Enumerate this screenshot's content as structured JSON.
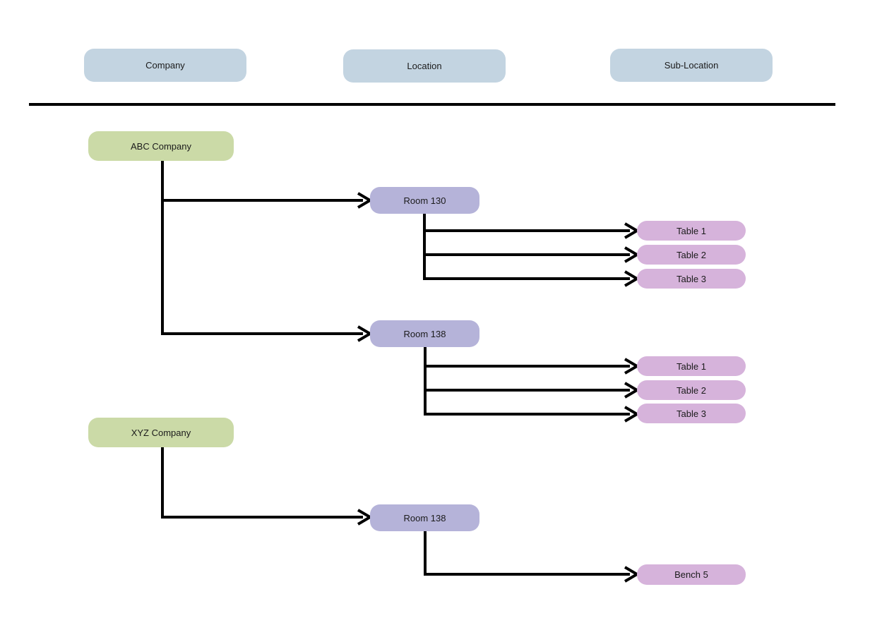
{
  "diagram": {
    "headers": [
      {
        "id": "company",
        "label": "Company"
      },
      {
        "id": "location",
        "label": "Location"
      },
      {
        "id": "sublocation",
        "label": "Sub-Location"
      }
    ],
    "nodes": [
      {
        "id": "abc-company",
        "type": "company",
        "label": "ABC Company"
      },
      {
        "id": "xyz-company",
        "type": "company",
        "label": "XYZ Company"
      },
      {
        "id": "room-130",
        "type": "location",
        "label": "Room 130"
      },
      {
        "id": "room-138-abc",
        "type": "location",
        "label": "Room 138"
      },
      {
        "id": "room-138-xyz",
        "type": "location",
        "label": "Room 138"
      },
      {
        "id": "table-1-room-130",
        "type": "sub-location",
        "label": "Table 1"
      },
      {
        "id": "table-2-room-130",
        "type": "sub-location",
        "label": "Table 2"
      },
      {
        "id": "table-3-room-130",
        "type": "sub-location",
        "label": "Table 3"
      },
      {
        "id": "table-1-room-138",
        "type": "sub-location",
        "label": "Table 1"
      },
      {
        "id": "table-2-room-138",
        "type": "sub-location",
        "label": "Table 2"
      },
      {
        "id": "table-3-room-138",
        "type": "sub-location",
        "label": "Table 3"
      },
      {
        "id": "bench-5",
        "type": "sub-location",
        "label": "Bench 5"
      }
    ],
    "edges": [
      {
        "from": "abc-company",
        "to": "room-130"
      },
      {
        "from": "abc-company",
        "to": "room-138-abc"
      },
      {
        "from": "room-130",
        "to": "table-1-room-130"
      },
      {
        "from": "room-130",
        "to": "table-2-room-130"
      },
      {
        "from": "room-130",
        "to": "table-3-room-130"
      },
      {
        "from": "room-138-abc",
        "to": "table-1-room-138"
      },
      {
        "from": "room-138-abc",
        "to": "table-2-room-138"
      },
      {
        "from": "room-138-abc",
        "to": "table-3-room-138"
      },
      {
        "from": "xyz-company",
        "to": "room-138-xyz"
      },
      {
        "from": "room-138-xyz",
        "to": "bench-5"
      }
    ]
  },
  "colors": {
    "background": "#ffffff",
    "header_fill": "#c3d4e1",
    "company_fill": "#cbdaa7",
    "location_fill": "#b5b3d9",
    "sublocation_fill": "#d6b3db",
    "connector": "#000000",
    "text": "#1b1b1b"
  }
}
